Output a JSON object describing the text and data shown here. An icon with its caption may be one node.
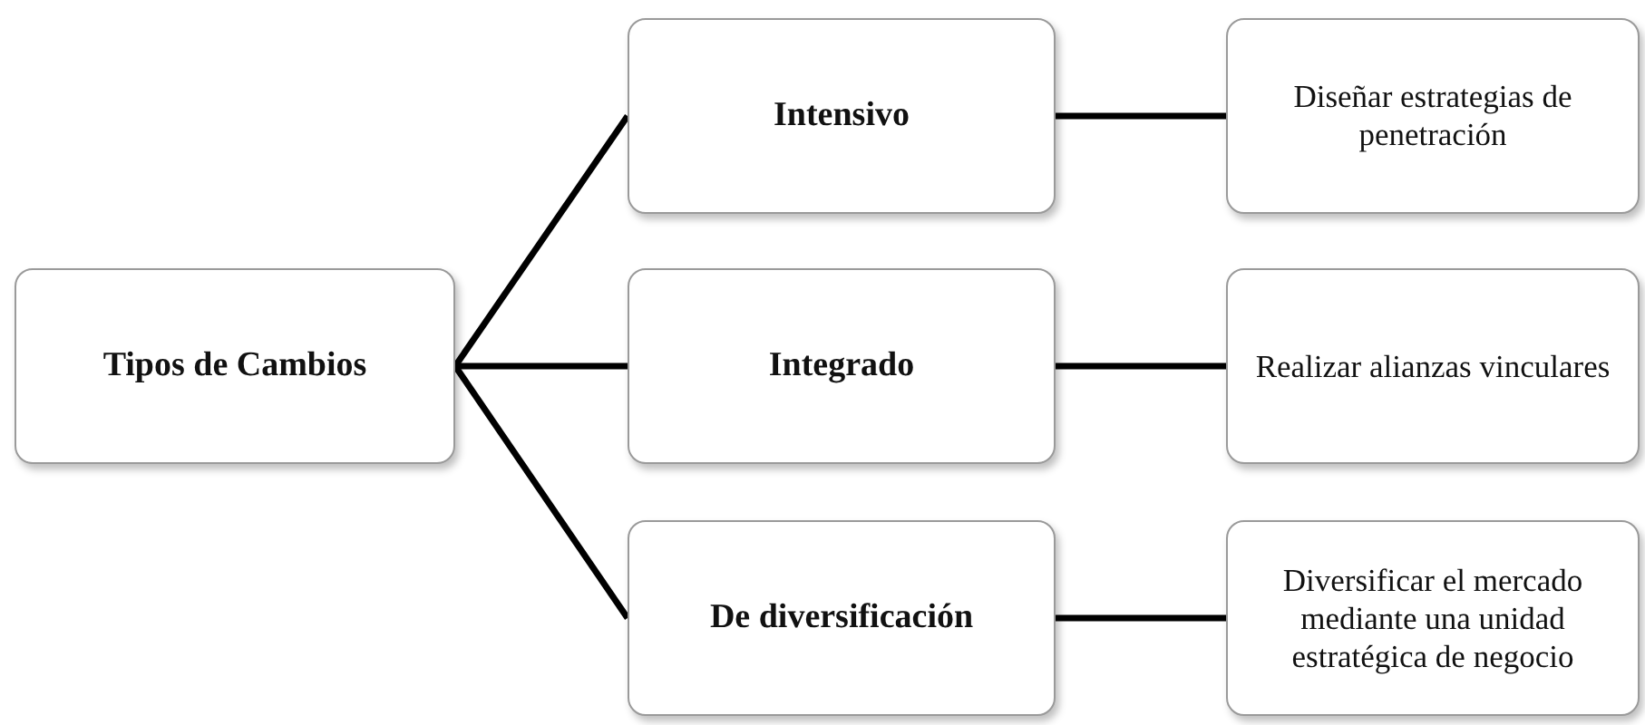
{
  "diagram": {
    "nodes": [
      {
        "text": [
          "Tipos de Cambios"
        ]
      },
      {
        "text": [
          "Intensivo"
        ]
      },
      {
        "text": [
          "Integrado"
        ]
      },
      {
        "text": [
          "De diversificación"
        ]
      },
      {
        "text": [
          "Diseñar estrategias de penetración"
        ]
      },
      {
        "text": [
          "Realizar alianzas vinculares"
        ]
      },
      {
        "text": [
          "Diversificar el mercado mediante una unidad estratégica de negocio"
        ]
      }
    ],
    "edges": [
      {
        "from": 0,
        "to": 1,
        "arrow": "none"
      },
      {
        "from": 0,
        "to": 2,
        "arrow": "none"
      },
      {
        "from": 0,
        "to": 3,
        "arrow": "none"
      },
      {
        "from": 1,
        "to": 4,
        "arrow": "none"
      },
      {
        "from": 2,
        "to": 5,
        "arrow": "none"
      },
      {
        "from": 3,
        "to": 6,
        "arrow": "none"
      }
    ]
  }
}
